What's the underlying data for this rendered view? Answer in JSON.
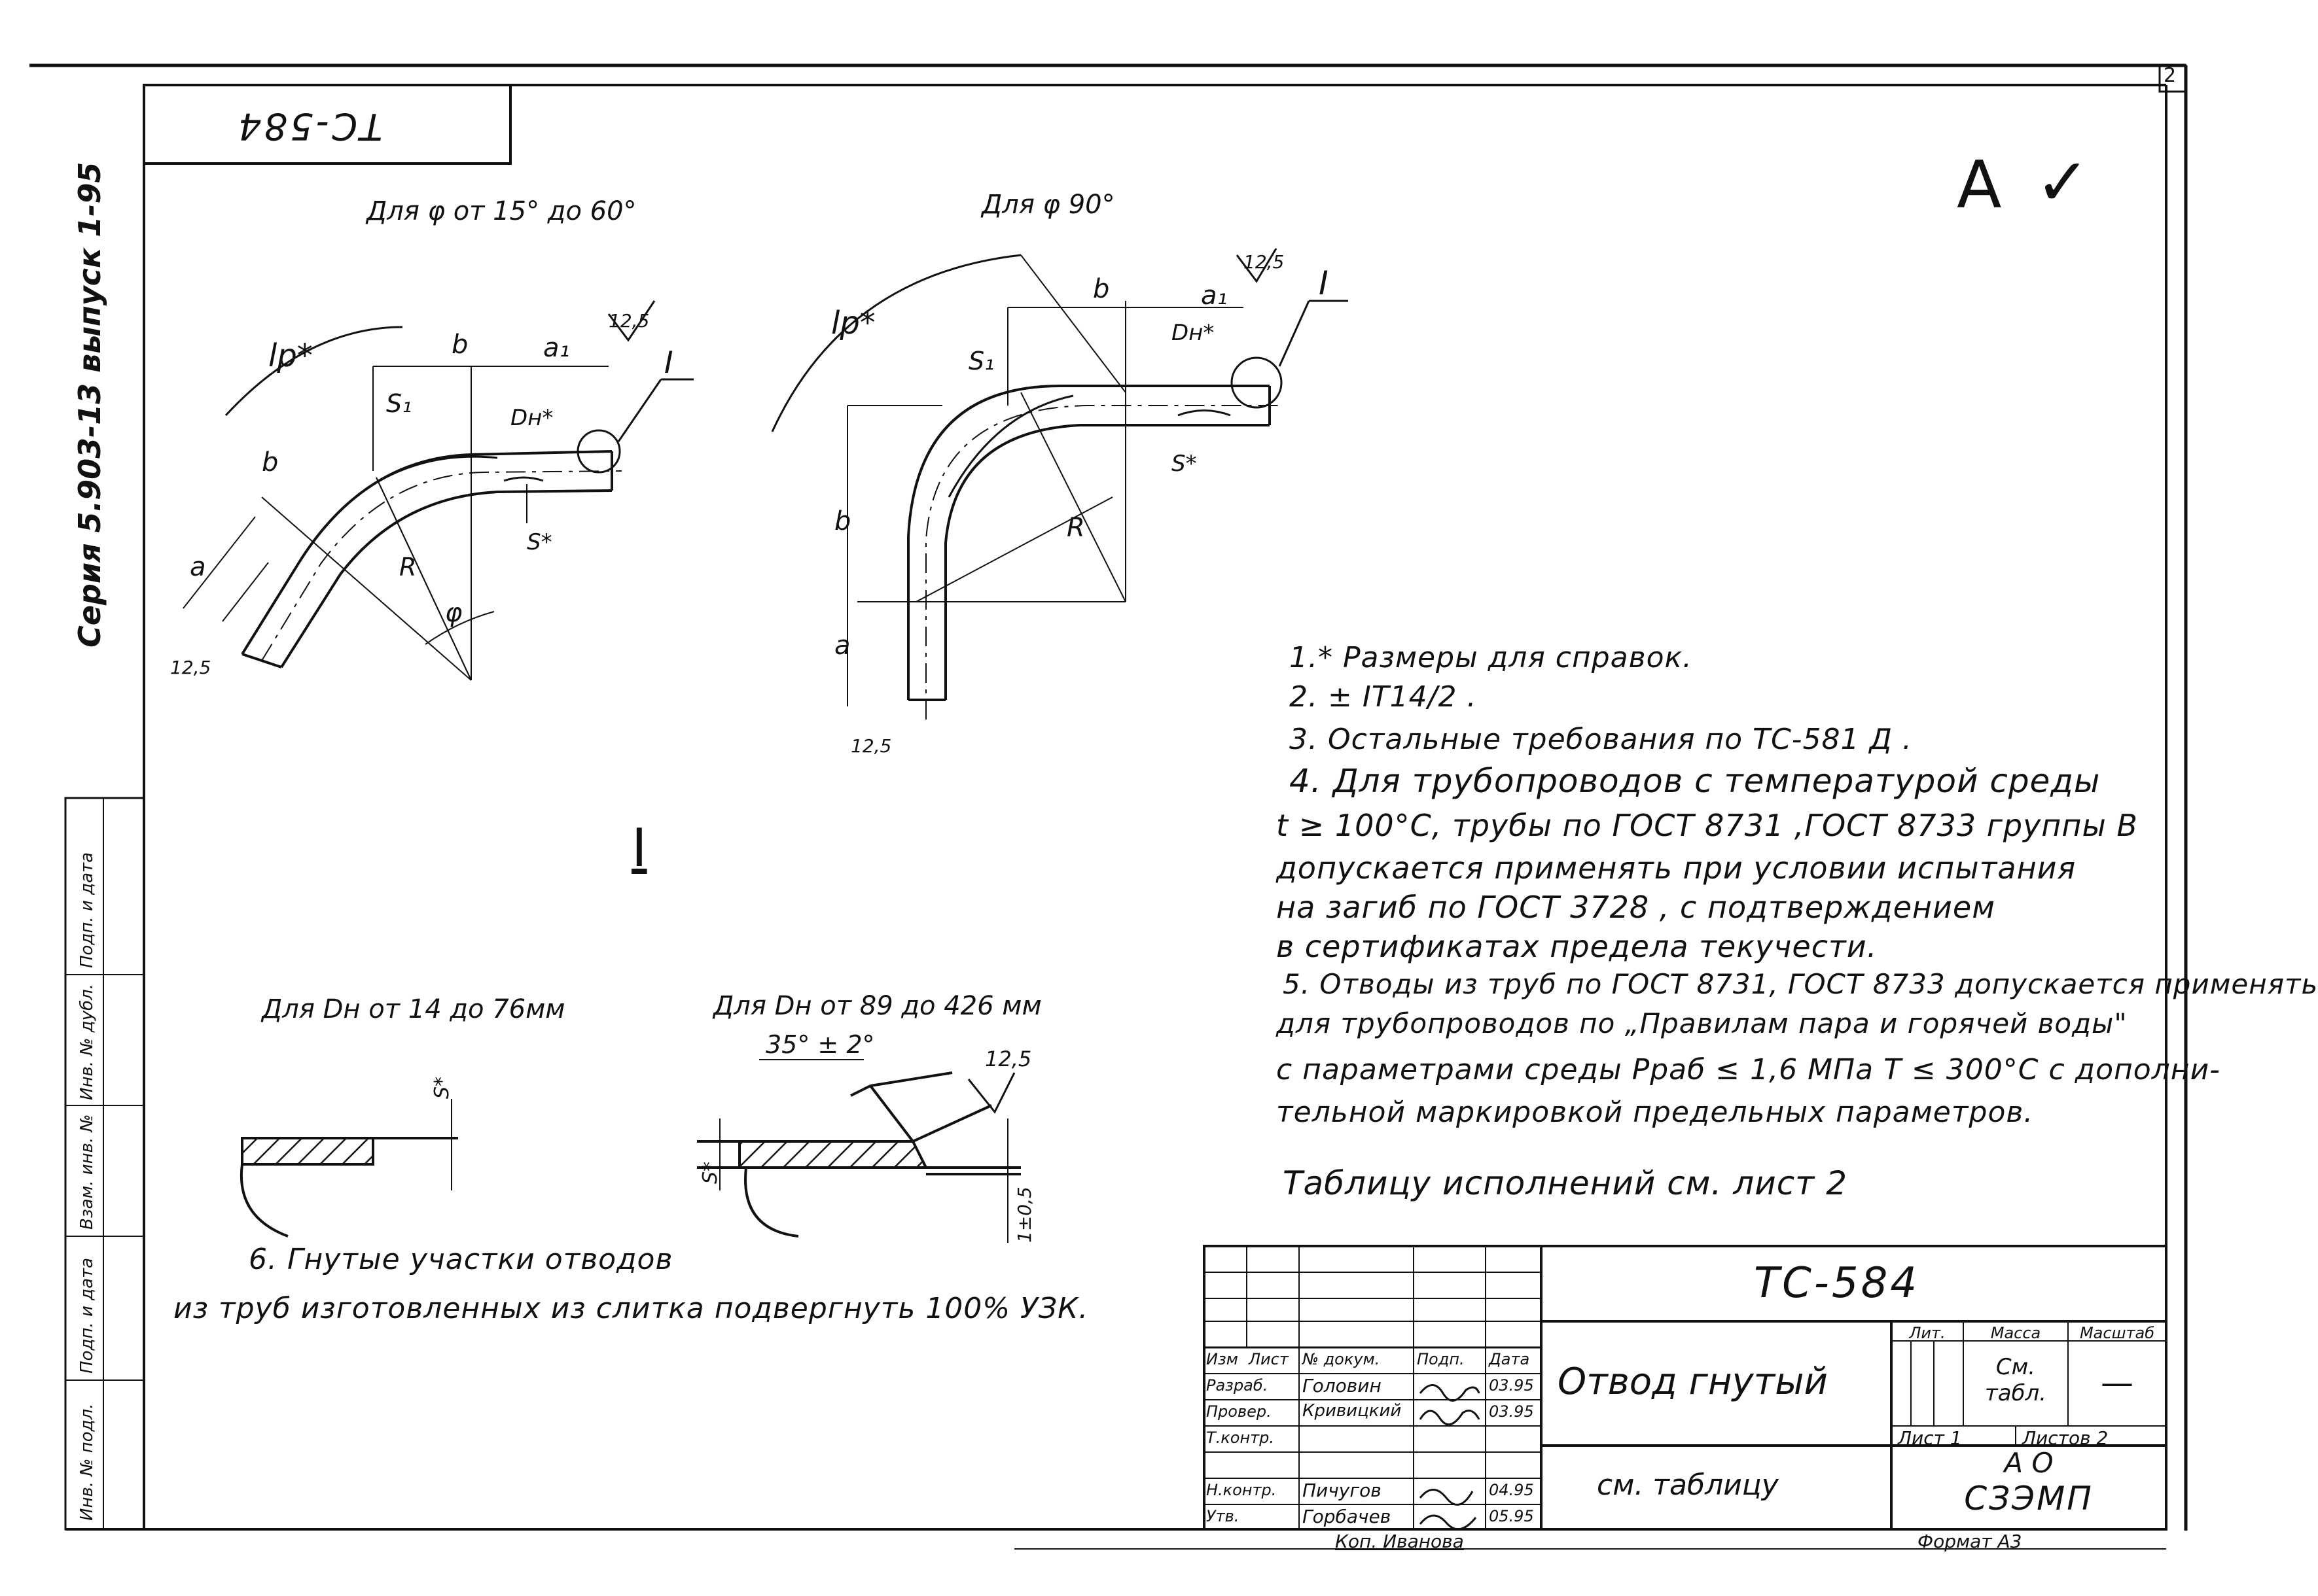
{
  "sheet": {
    "designation_top": "ТС-584",
    "page_corner": "2",
    "series": "Серия 5.903-13 выпуск 1-95"
  },
  "views": {
    "angle_range": {
      "title": "Для φ от 15° до 60°",
      "labels": {
        "lp": "lр*",
        "b_top": "b",
        "a1": "a₁",
        "roughness": "12,5",
        "dn": "Dн*",
        "s1": "S₁",
        "b_side": "b",
        "a": "a",
        "roughness_end": "12,5",
        "r": "R",
        "phi": "φ",
        "s": "S*",
        "detail": "I"
      }
    },
    "angle_90": {
      "title": "Для φ 90°",
      "labels": {
        "lp": "lр*",
        "b_top": "b",
        "a1": "a₁",
        "roughness": "12,5",
        "detail": "I",
        "s1": "S₁",
        "dn": "Dн*",
        "s": "S*",
        "r": "R",
        "b_side": "b",
        "a": "a",
        "roughness_end": "12,5"
      }
    },
    "detail_heading": "I",
    "detail_small": {
      "title": "Для Dн от 14 до 76мм",
      "s": "S*"
    },
    "detail_large": {
      "title": "Для Dн от 89 до 426 мм",
      "angle": "35° ± 2°",
      "roughness": "12,5",
      "s": "S*",
      "tolerance": "1±0,5"
    }
  },
  "check_marks": [
    "∀",
    "✓"
  ],
  "notes": [
    "1.* Размеры для справок.",
    "2. ± IT14/2 .",
    "3. Остальные требования по ТС-581 Д .",
    "4. Для трубопроводов с температурой среды",
    "t ≥ 100°С, трубы по ГОСТ 8731 ,ГОСТ 8733 группы В",
    "допускается применять при условии испытания",
    "на загиб по ГОСТ 3728 , с подтверждением",
    "в сертификатах предела текучести.",
    "5. Отводы из труб по ГОСТ 8731, ГОСТ 8733 допускается применять",
    "для трубопроводов по „Правилам пара и горячей воды\"",
    "с параметрами среды Рраб ≤ 1,6 МПа Т ≤ 300°С с дополни-",
    "тельной маркировкой предельных параметров.",
    "Таблицу исполнений см. лист 2"
  ],
  "note6": [
    "6. Гнутые участки отводов",
    "из труб изготовленных из слитка подвергнуть 100% УЗК."
  ],
  "side_stamp": [
    "Инв. № подл.",
    "Подп. и дата",
    "Взам. инв. №",
    "Инв. № дубл.",
    "Подп. и дата"
  ],
  "title_block": {
    "designation": "ТС-584",
    "name": "Отвод гнутый",
    "material": "см. таблицу",
    "col_headers": [
      "Изм",
      "Лист",
      "№ докум.",
      "Подп.",
      "Дата"
    ],
    "rows": [
      {
        "role": "Разраб.",
        "name": "Головин",
        "date": "03.95"
      },
      {
        "role": "Провер.",
        "name": "Кривицкий",
        "date": "03.95"
      },
      {
        "role": "Т.контр.",
        "name": "",
        "date": ""
      },
      {
        "role": "",
        "name": "",
        "date": ""
      },
      {
        "role": "Н.контр.",
        "name": "Пичугов",
        "date": "04.95"
      },
      {
        "role": "Утв.",
        "name": "Горбачев",
        "date": "05.95"
      }
    ],
    "lit_label": "Лит.",
    "mass_label": "Масса",
    "scale_label": "Масштаб",
    "mass_value": "См. табл.",
    "scale_value": "—",
    "sheet_label": "Лист 1",
    "sheets_label": "Листов 2",
    "org_line1": "А О",
    "org_line2": "СЗЭМП",
    "copied_by": "Коп. Иванова",
    "format": "Формат А3"
  }
}
